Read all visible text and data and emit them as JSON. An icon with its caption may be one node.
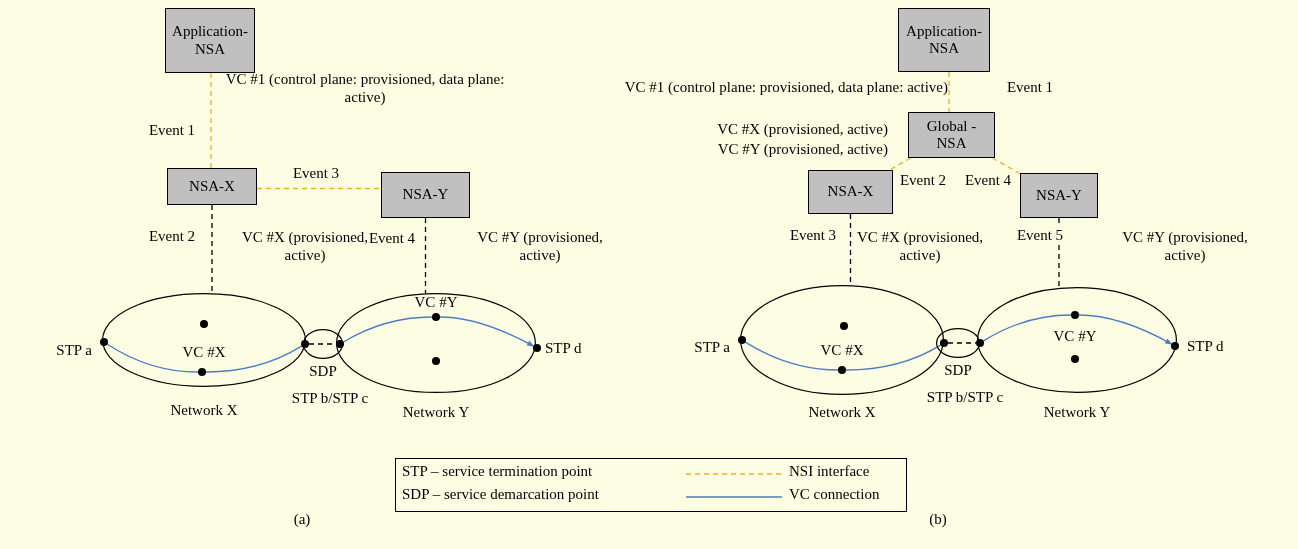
{
  "diagram": {
    "nodes": [
      {
        "text": [
          "Application- NSA"
        ]
      },
      {
        "text": [
          "NSA-X"
        ]
      },
      {
        "text": [
          "NSA-Y"
        ]
      },
      {
        "text": [
          "Network X"
        ]
      },
      {
        "text": [],
        "shape": "circle",
        "in": 3
      },
      {
        "text": [],
        "shape": "circle",
        "in": 3,
        "beside": [
          "STP a"
        ]
      },
      {
        "text": [],
        "shape": "circle",
        "in": 3,
        "beside": [
          "VC #X"
        ]
      },
      {
        "text": [
          "SDP"
        ],
        "beside": [
          "STP b/STP c"
        ]
      },
      {
        "text": [],
        "shape": "circle"
      },
      {
        "text": [],
        "shape": "circle",
        "in": 10
      },
      {
        "text": [
          "Network Y"
        ]
      },
      {
        "text": [],
        "shape": "circle",
        "in": 10,
        "beside": [
          "VC #Y"
        ]
      },
      {
        "text": [],
        "shape": "circle",
        "in": 10
      },
      {
        "text": [],
        "shape": "circle",
        "in": 10,
        "beside": [
          "STP d"
        ]
      },
      {
        "text": [
          "Application- NSA"
        ]
      },
      {
        "text": [
          "Global - NSA"
        ]
      },
      {
        "text": [
          "NSA-X"
        ]
      },
      {
        "text": [
          "NSA-Y"
        ]
      },
      {
        "text": [
          "Network X"
        ]
      },
      {
        "text": [],
        "shape": "circle",
        "in": 18
      },
      {
        "text": [],
        "shape": "circle",
        "in": 18,
        "beside": [
          "STP a"
        ]
      },
      {
        "text": [],
        "shape": "circle",
        "in": 18,
        "beside": [
          "VC #X"
        ]
      },
      {
        "text": [
          "SDP"
        ],
        "beside": [
          "STP b/STP c"
        ]
      },
      {
        "text": [],
        "shape": "circle"
      },
      {
        "text": [],
        "shape": "circle",
        "in": 25
      },
      {
        "text": [
          "Network Y"
        ]
      },
      {
        "text": [],
        "shape": "circle",
        "in": 25,
        "beside": [
          "VC #Y"
        ]
      },
      {
        "text": [],
        "shape": "circle",
        "in": 25
      },
      {
        "text": [],
        "shape": "circle",
        "in": 25,
        "beside": [
          "STP d"
        ]
      }
    ],
    "edges": [
      {
        "from": 0,
        "to": 1,
        "arrow": "none",
        "label": "Event 1",
        "style": "dashed",
        "color": "#f0b020"
      },
      {
        "from": 1,
        "to": 2,
        "arrow": "none",
        "label": "Event 3",
        "style": "dashed",
        "color": "#f0b020"
      },
      {
        "from": 1,
        "to": 3,
        "arrow": "none",
        "label": "Event 2",
        "style": "dashed",
        "color": "#000000"
      },
      {
        "from": 2,
        "to": 10,
        "arrow": "none",
        "label": "Event 4",
        "style": "dashed",
        "color": "#000000"
      },
      {
        "from": 5,
        "to": 6,
        "arrow": "none",
        "color": "#4a7cc6"
      },
      {
        "from": 6,
        "to": 8,
        "arrow": "none",
        "color": "#4a7cc6"
      },
      {
        "from": 8,
        "to": 9,
        "arrow": "none",
        "style": "dashed",
        "color": "#000000"
      },
      {
        "from": 9,
        "to": 11,
        "arrow": "none",
        "color": "#4a7cc6"
      },
      {
        "from": 11,
        "to": 13,
        "arrow": "to",
        "color": "#4a7cc6"
      },
      {
        "from": 14,
        "to": 15,
        "arrow": "none",
        "label": "Event 1",
        "style": "dashed",
        "color": "#f0b020"
      },
      {
        "from": 15,
        "to": 16,
        "arrow": "none",
        "label": "Event 2",
        "style": "dashed",
        "color": "#f0b020"
      },
      {
        "from": 15,
        "to": 17,
        "arrow": "none",
        "label": "Event 4",
        "style": "dashed",
        "color": "#f0b020"
      },
      {
        "from": 16,
        "to": 18,
        "arrow": "none",
        "label": "Event 3",
        "style": "dashed",
        "color": "#000000"
      },
      {
        "from": 17,
        "to": 25,
        "arrow": "none",
        "label": "Event 5",
        "style": "dashed",
        "color": "#000000"
      },
      {
        "from": 20,
        "to": 21,
        "arrow": "none",
        "color": "#4a7cc6"
      },
      {
        "from": 21,
        "to": 23,
        "arrow": "none",
        "color": "#4a7cc6"
      },
      {
        "from": 23,
        "to": 24,
        "arrow": "none",
        "style": "dashed",
        "color": "#000000"
      },
      {
        "from": 24,
        "to": 26,
        "arrow": "none",
        "color": "#4a7cc6"
      },
      {
        "from": 26,
        "to": 28,
        "arrow": "to",
        "color": "#4a7cc6"
      }
    ],
    "labels": [
      "VC #1 (control plane: provisioned, data plane: active)",
      "VC #X (provisioned, active)",
      "VC #Y (provisioned, active)",
      "(a)",
      "VC #1 (control plane: provisioned, data plane: active)",
      "VC #X (provisioned, active)",
      "VC #Y (provisioned, active)",
      "VC #X (provisioned, active)",
      "VC #Y (provisioned, active)",
      "(b)"
    ],
    "legend": [
      {
        "text": "STP – service termination point"
      },
      {
        "text": "NSI interface"
      },
      {
        "text": "SDP – service demarcation point"
      },
      {
        "text": "VC connection"
      }
    ]
  }
}
